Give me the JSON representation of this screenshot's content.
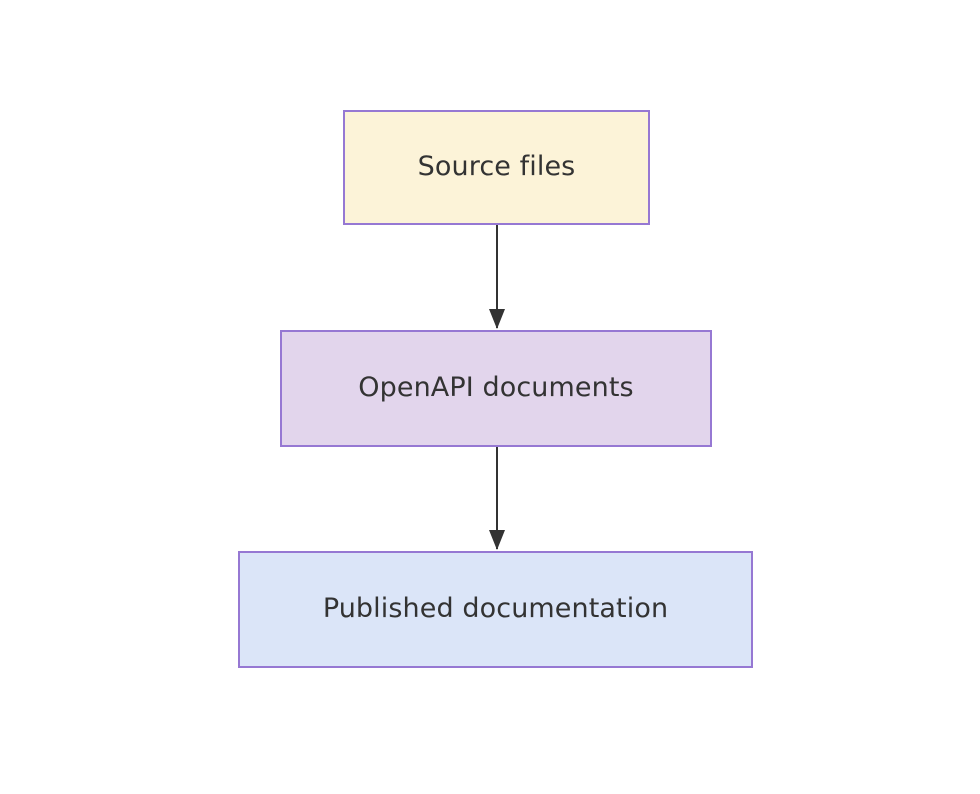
{
  "diagram": {
    "type": "flowchart",
    "direction": "top-to-bottom",
    "background_color": "#ffffff",
    "nodes": [
      {
        "id": "source-files",
        "label": "Source files",
        "fill_color": "#fcf3d8",
        "border_color": "#9678d3",
        "text_color": "#333333"
      },
      {
        "id": "openapi-documents",
        "label": "OpenAPI documents",
        "fill_color": "#e2d5ec",
        "border_color": "#9678d3",
        "text_color": "#333333"
      },
      {
        "id": "published-documentation",
        "label": "Published documentation",
        "fill_color": "#dbe5f8",
        "border_color": "#9678d3",
        "text_color": "#333333"
      }
    ],
    "edges": [
      {
        "id": "edge-source-to-openapi",
        "from": "source-files",
        "to": "openapi-documents",
        "label": "",
        "color": "#333333",
        "arrowhead": "solid-triangle"
      },
      {
        "id": "edge-openapi-to-published",
        "from": "openapi-documents",
        "to": "published-documentation",
        "label": "",
        "color": "#333333",
        "arrowhead": "solid-triangle"
      }
    ]
  }
}
